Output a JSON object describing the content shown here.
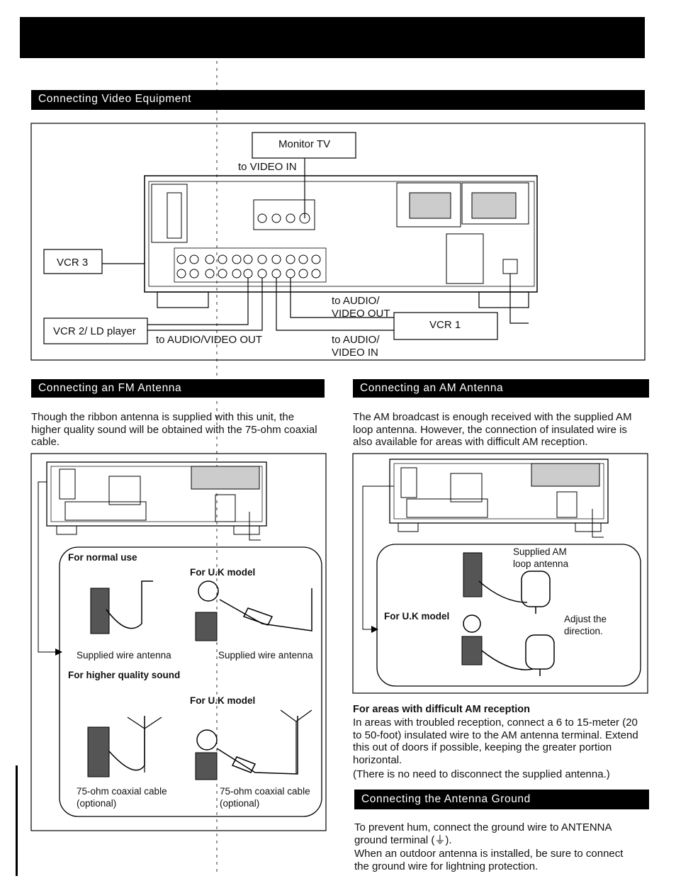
{
  "sections": {
    "video": {
      "title": "Connecting Video Equipment"
    },
    "fm": {
      "title": "Connecting an FM Antenna",
      "paragraph": "Though the ribbon antenna is supplied with this unit, the higher quality sound will be obtained with the 75-ohm coaxial cable."
    },
    "am": {
      "title": "Connecting an AM Antenna",
      "paragraph": "The AM broadcast is enough received with the supplied AM loop antenna. However, the connection of insulated wire is also available for areas with difficult AM reception."
    },
    "difficult": {
      "heading": "For areas with difficult AM reception",
      "paragraph": "In areas with troubled reception, connect a 6 to 15-meter (20 to 50-foot) insulated wire to the AM antenna terminal. Extend this out of doors if possible, keeping the greater portion horizontal.",
      "note": "(There is no need to disconnect the supplied antenna.)"
    },
    "ground": {
      "title": "Connecting the Antenna Ground",
      "line1": "To prevent hum, connect the ground wire to ANTENNA ground terminal (⏚).",
      "line2": "When an outdoor antenna is installed, be sure to connect the ground wire for lightning protection."
    }
  },
  "video_diagram": {
    "monitor_tv": "Monitor TV",
    "to_video_in": "to VIDEO IN",
    "vcr3": "VCR 3",
    "vcr2": "VCR 2/ LD player",
    "to_av_out_left": "to AUDIO/VIDEO OUT",
    "to_av_out_right_1": "to AUDIO/",
    "to_av_out_right_2": "VIDEO OUT",
    "vcr1": "VCR 1",
    "to_av_in_1": "to AUDIO/",
    "to_av_in_2": "VIDEO IN"
  },
  "fm_diagram": {
    "normal_use": "For normal use",
    "uk_model_1": "For U.K model",
    "supplied_wire_left": "Supplied wire antenna",
    "supplied_wire_right": "Supplied wire antenna",
    "higher_quality": "For higher quality sound",
    "uk_model_2": "For U.K model",
    "coax_left_1": "75-ohm coaxial cable",
    "coax_left_2": "(optional)",
    "coax_right_1": "75-ohm coaxial cable",
    "coax_right_2": "(optional)"
  },
  "am_diagram": {
    "supplied_am_1": "Supplied AM",
    "supplied_am_2": "loop antenna",
    "uk_model": "For U.K model",
    "adjust_1": "Adjust the",
    "adjust_2": "direction."
  },
  "colors": {
    "bar": "#000000",
    "text": "#111111",
    "background": "#ffffff"
  }
}
